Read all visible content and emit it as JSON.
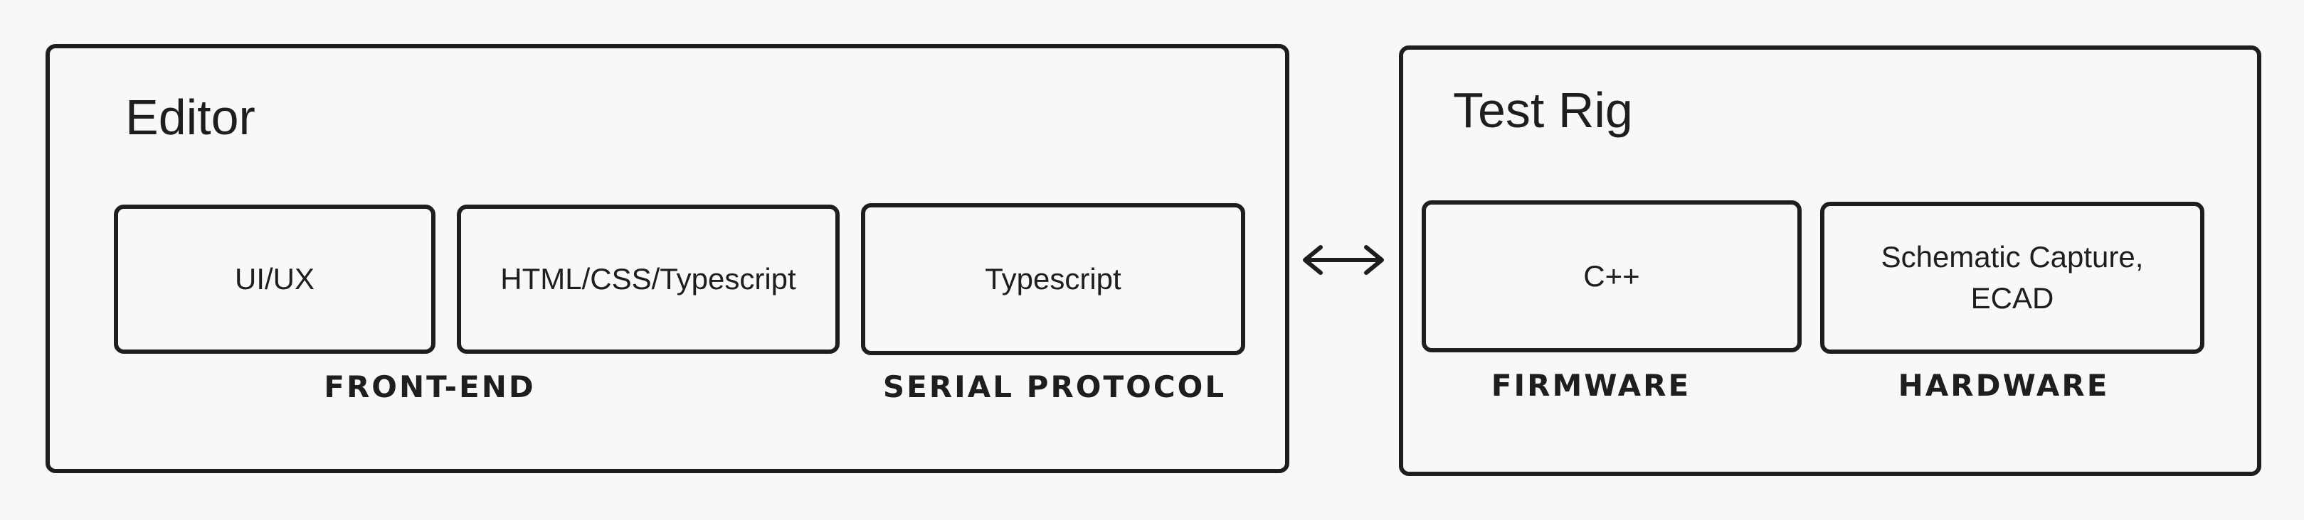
{
  "editor": {
    "title": "Editor",
    "boxes": [
      {
        "label": "UI/UX"
      },
      {
        "label": "HTML/CSS/Typescript"
      },
      {
        "label": "Typescript"
      }
    ],
    "groups": [
      {
        "label": "FRONT-END"
      },
      {
        "label": "SERIAL PROTOCOL"
      }
    ]
  },
  "test_rig": {
    "title": "Test Rig",
    "boxes": [
      {
        "label": "C++"
      },
      {
        "label": "Schematic Capture,\nECAD"
      }
    ],
    "groups": [
      {
        "label": "FIRMWARE"
      },
      {
        "label": "HARDWARE"
      }
    ]
  },
  "connector": {
    "icon": "double-arrow-icon"
  },
  "colors": {
    "stroke": "#1e1e1e",
    "background": "#f8f8f8"
  }
}
